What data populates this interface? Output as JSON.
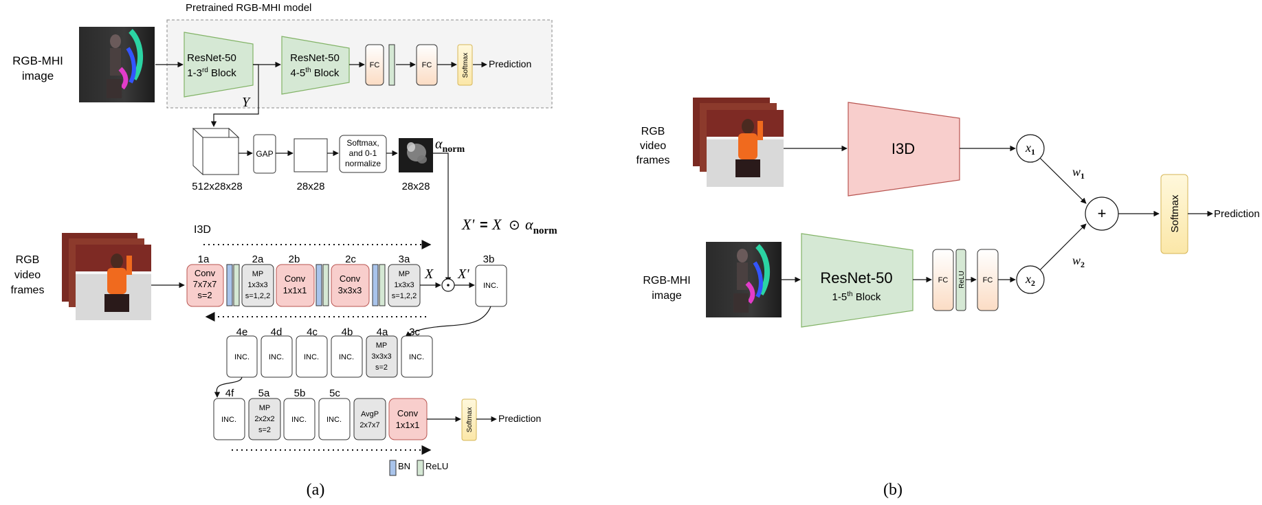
{
  "panel_a": {
    "pretrained_title": "Pretrained RGB-MHI model",
    "input_label_line1": "RGB-MHI",
    "input_label_line2": "image",
    "resnet_block1_line1": "ResNet-50",
    "resnet_block1_line2": "1-3",
    "resnet_block1_sup": "rd",
    "resnet_block1_tail": " Block",
    "resnet_block2_line1": "ResNet-50",
    "resnet_block2_line2": "4-5",
    "resnet_block2_sup": "th",
    "resnet_block2_tail": " Block",
    "fc": "FC",
    "softmax": "Softmax",
    "prediction": "Prediction",
    "y_label": "Y",
    "attention": {
      "cube_dim": "512x28x28",
      "gap": "GAP",
      "map_dim": "28x28",
      "softmax_line1": "Softmax,",
      "softmax_line2": "and 0-1",
      "softmax_line3": "normalize",
      "attn_dim": "28x28",
      "alpha": "α",
      "alpha_sub": "norm"
    },
    "formula": {
      "lhs": "X'",
      "eq": "=",
      "rhs_x": "X",
      "odot": "⊙",
      "alpha": "α",
      "alpha_sub": "norm"
    },
    "i3d_title": "I3D",
    "rgb_label_line1": "RGB",
    "rgb_label_line2": "video",
    "rgb_label_line3": "frames",
    "x_label": "X",
    "x_prime_label": "X'",
    "odot_symbol": "⊙",
    "row1": {
      "b1a_id": "1a",
      "b1a_l1": "Conv",
      "b1a_l2": "7x7x7",
      "b1a_l3": "s=2",
      "b2a_id": "2a",
      "b2a_l1": "MP",
      "b2a_l2": "1x3x3",
      "b2a_l3": "s=1,2,2",
      "b2b_id": "2b",
      "b2b_l1": "Conv",
      "b2b_l2": "1x1x1",
      "b2c_id": "2c",
      "b2c_l1": "Conv",
      "b2c_l2": "3x3x3",
      "b3a_id": "3a",
      "b3a_l1": "MP",
      "b3a_l2": "1x3x3",
      "b3a_l3": "s=1,2,2",
      "b3b_id": "3b",
      "b3b_l1": "INC."
    },
    "row2": {
      "b4e_id": "4e",
      "b4e_l1": "INC.",
      "b4d_id": "4d",
      "b4d_l1": "INC.",
      "b4c_id": "4c",
      "b4c_l1": "INC.",
      "b4b_id": "4b",
      "b4b_l1": "INC.",
      "b4a_id": "4a",
      "b4a_l1": "MP",
      "b4a_l2": "3x3x3",
      "b4a_l3": "s=2",
      "b3c_id": "3c",
      "b3c_l1": "INC."
    },
    "row3": {
      "b4f_id": "4f",
      "b4f_l1": "INC.",
      "b5a_id": "5a",
      "b5a_l1": "MP",
      "b5a_l2": "2x2x2",
      "b5a_l3": "s=2",
      "b5b_id": "5b",
      "b5b_l1": "INC.",
      "b5c_id": "5c",
      "b5c_l1": "INC.",
      "avgp_l1": "AvgP",
      "avgp_l2": "2x7x7",
      "conv_l1": "Conv",
      "conv_l2": "1x1x1",
      "softmax": "Softmax",
      "prediction": "Prediction"
    },
    "legend_bn": "BN",
    "legend_relu": "ReLU",
    "caption": "(a)"
  },
  "panel_b": {
    "rgb_line1": "RGB",
    "rgb_line2": "video",
    "rgb_line3": "frames",
    "i3d": "I3D",
    "mhi_line1": "RGB-MHI",
    "mhi_line2": "image",
    "resnet_line1": "ResNet-50",
    "resnet_line2": "1-5",
    "resnet_sup": "th",
    "resnet_tail": " Block",
    "fc": "FC",
    "relu": "ReLU",
    "x1_base": "x",
    "x1_sub": "1",
    "x2_base": "x",
    "x2_sub": "2",
    "w1_base": "w",
    "w1_sub": "1",
    "w2_base": "w",
    "w2_sub": "2",
    "plus": "+",
    "softmax": "Softmax",
    "prediction": "Prediction",
    "caption": "(b)"
  },
  "colors": {
    "pink_fill": "#f8cecc",
    "pink_stroke": "#b85450",
    "green_fill": "#d5e8d4",
    "green_stroke": "#82b366",
    "peach_fill": "#fde9d9",
    "yellow_fill": "#fff2cc",
    "yellow_stroke": "#d6b656",
    "gray_fill": "#e6e6e6",
    "bn_fill": "#a9c4eb",
    "relu_fill": "#d5e8d4"
  }
}
